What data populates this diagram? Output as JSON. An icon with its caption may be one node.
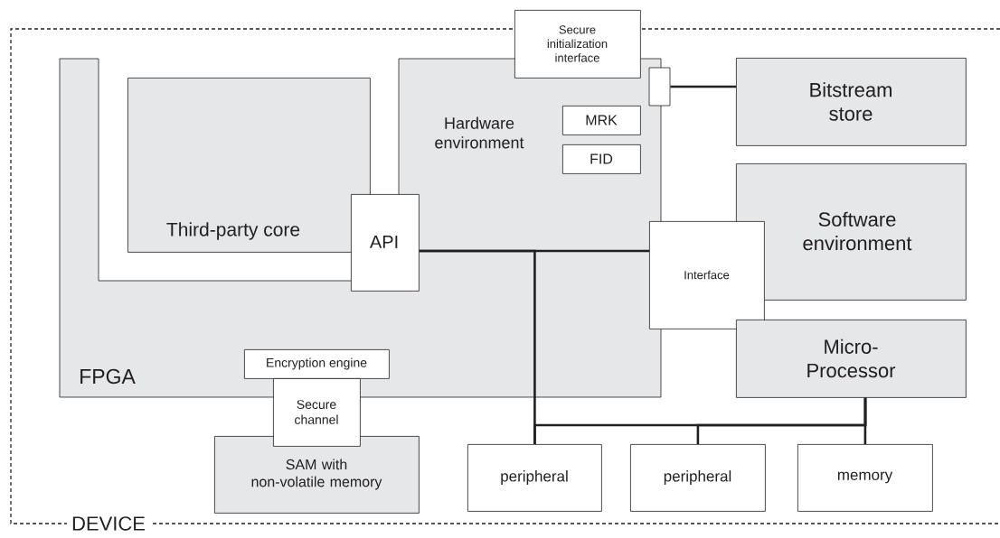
{
  "diagram": {
    "nodes": [
      {
        "text": [
          "DEVICE"
        ]
      },
      {
        "text": [
          "Hardware environment",
          "FPGA"
        ],
        "in": 0
      },
      {
        "text": [
          "Third-party core"
        ],
        "in": 0
      },
      {
        "text": [
          "Secure initialization interface"
        ]
      },
      {
        "text": [
          "MRK"
        ],
        "in": 1
      },
      {
        "text": [
          "FID"
        ],
        "in": 1
      },
      {
        "text": [
          "API"
        ],
        "in": 0
      },
      {
        "text": [],
        "shape": "box",
        "in": 0
      },
      {
        "text": [
          "Bitstream store"
        ],
        "in": 0
      },
      {
        "text": [
          "Software environment"
        ],
        "in": 0
      },
      {
        "text": [
          "Interface"
        ],
        "in": 0
      },
      {
        "text": [
          "Micro- Processor"
        ],
        "in": 0
      },
      {
        "text": [
          "Encryption engine"
        ],
        "in": 1
      },
      {
        "text": [
          "Secure channel"
        ],
        "in": 0
      },
      {
        "text": [
          "SAM with non-volatile memory"
        ],
        "in": 0
      },
      {
        "text": [
          "peripheral"
        ],
        "in": 0
      },
      {
        "text": [
          "peripheral"
        ],
        "in": 0
      },
      {
        "text": [
          "memory"
        ],
        "in": 0
      }
    ],
    "edges": [
      {
        "from": 7,
        "to": 8,
        "arrow": "none"
      },
      {
        "from": 6,
        "to": 10,
        "arrow": "none"
      },
      {
        "from": 6,
        "to": 15,
        "arrow": "none"
      },
      {
        "from": 11,
        "to": 15,
        "arrow": "none"
      },
      {
        "from": 11,
        "to": 16,
        "arrow": "none"
      },
      {
        "from": 11,
        "to": 17,
        "arrow": "none"
      }
    ]
  }
}
